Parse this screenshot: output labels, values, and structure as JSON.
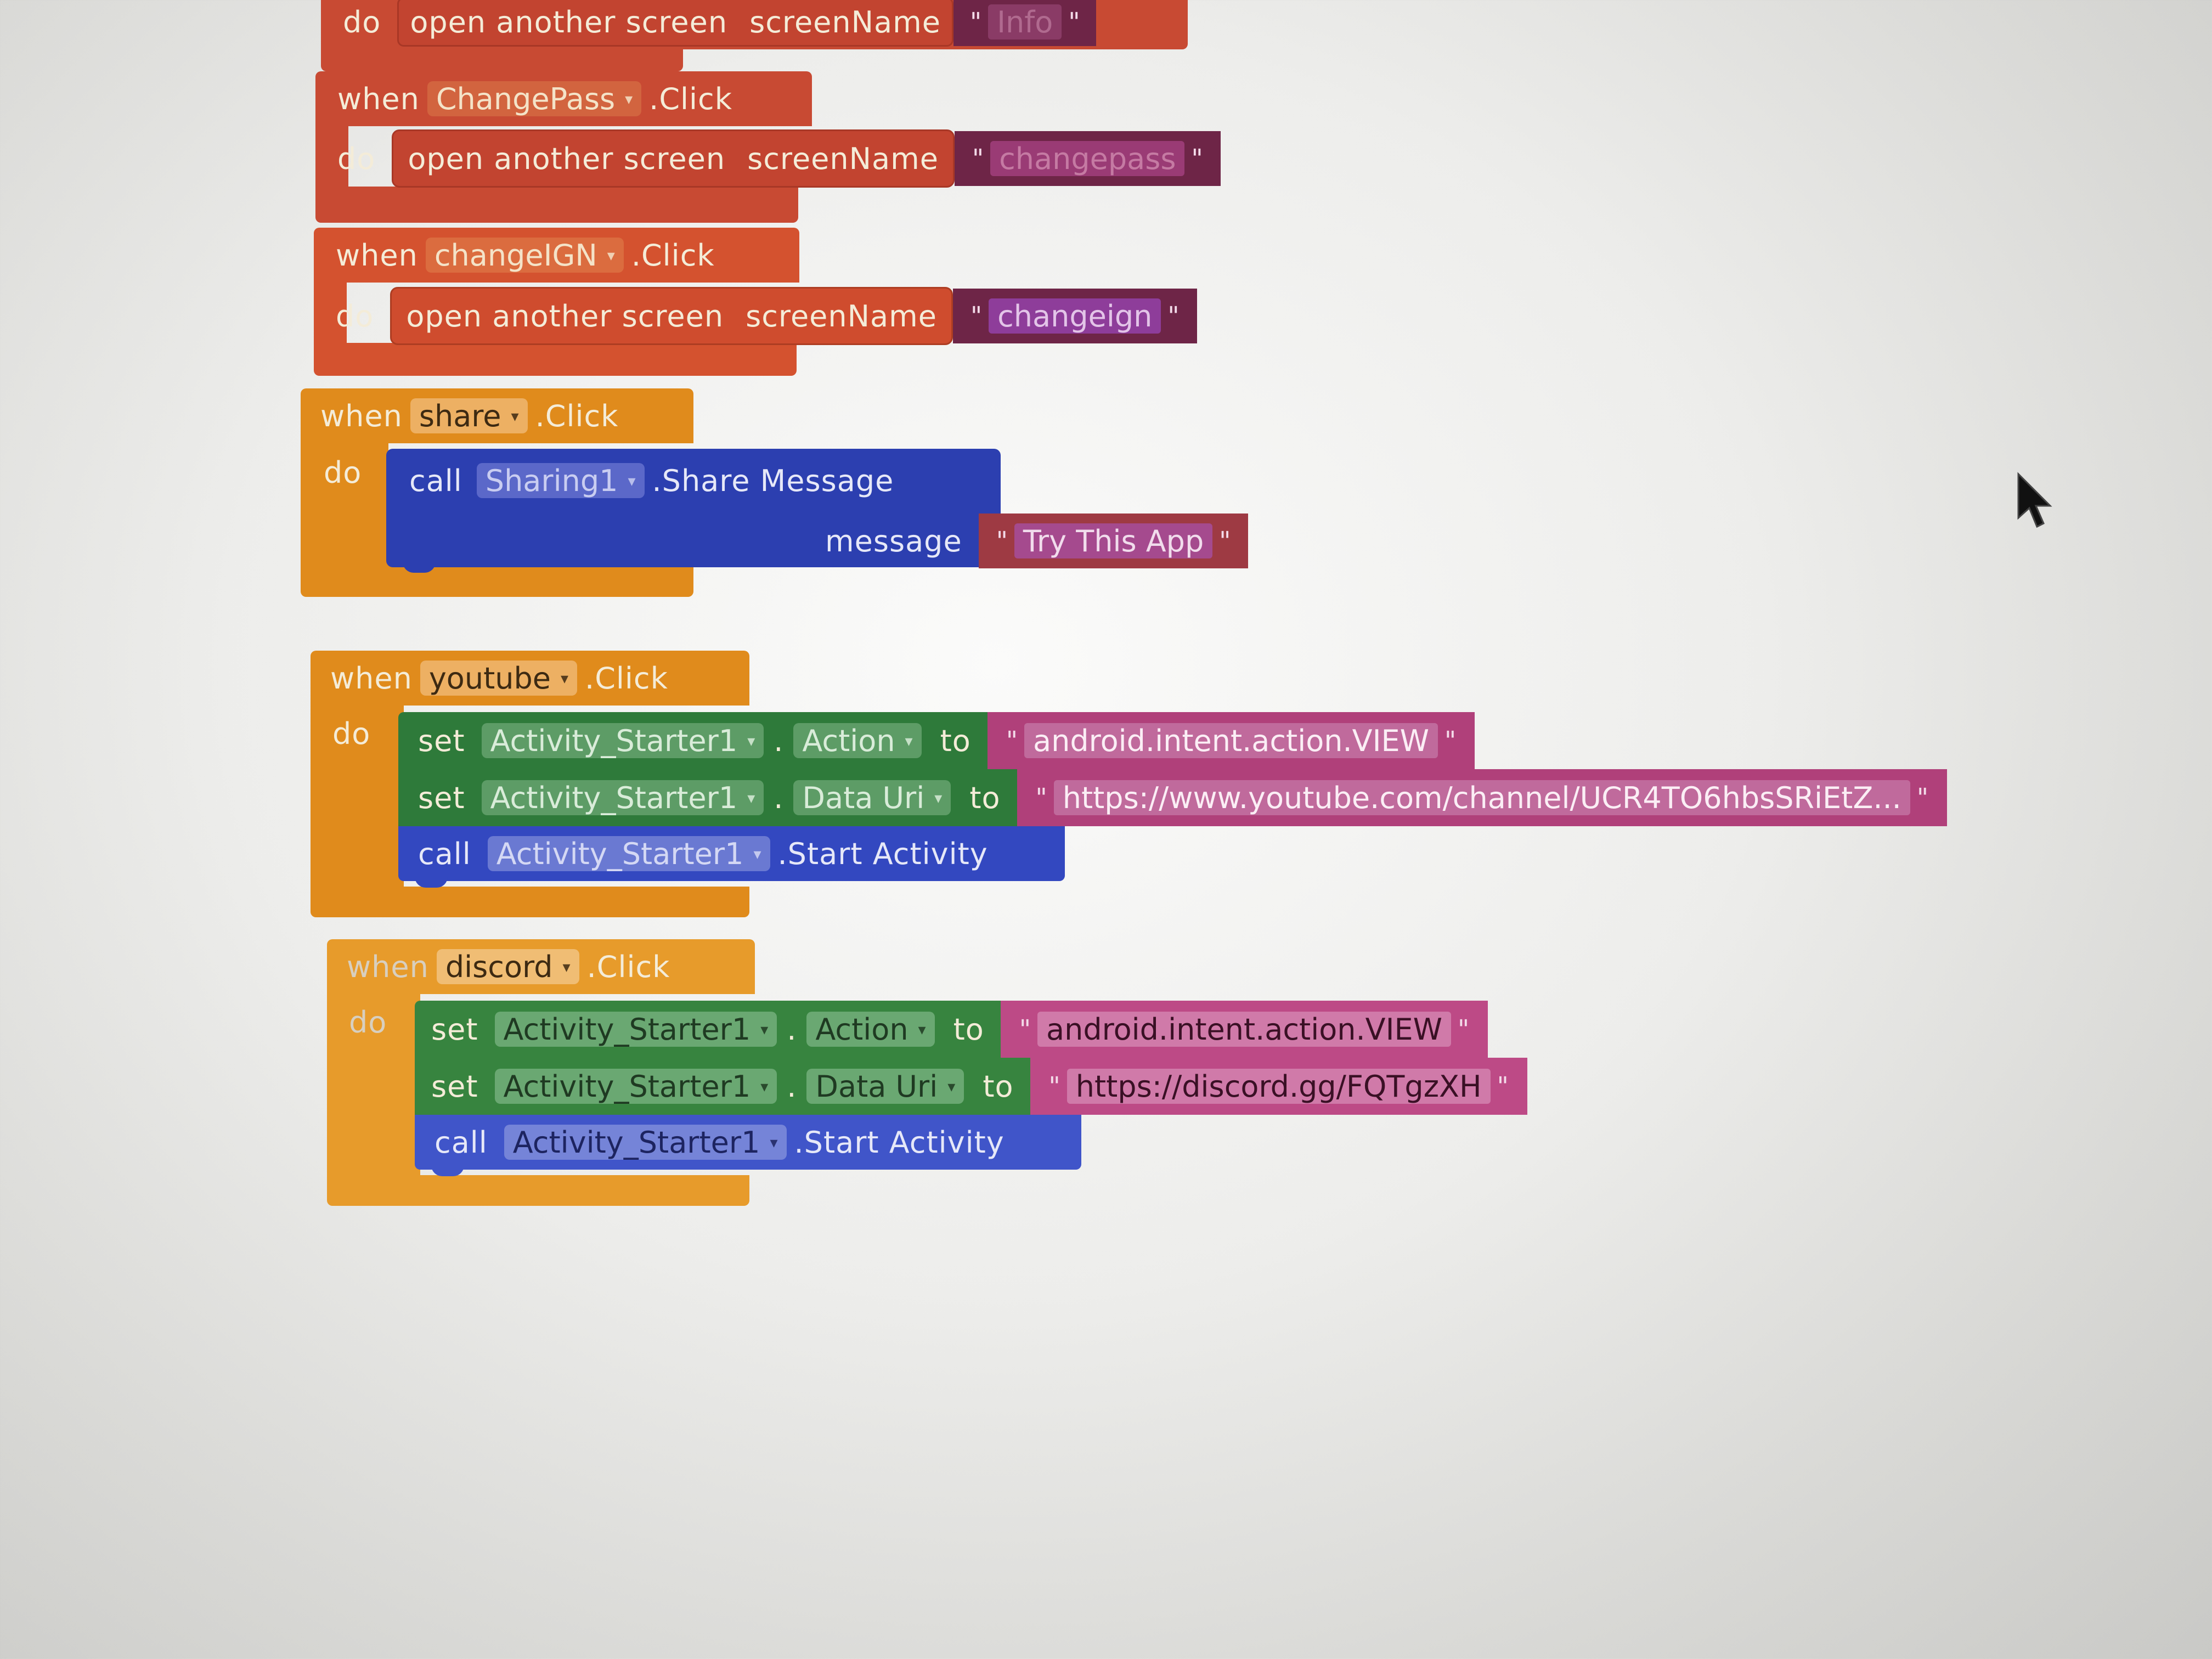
{
  "colors": {
    "control_red": "#c84a33",
    "event_orange": "#e08b1c",
    "setter_green": "#2e7a3a",
    "call_blue": "#2c3fb0",
    "text_pink": "#b0407a",
    "text_dark": "#6e2547",
    "component_field_dark": "#3d1f4a"
  },
  "blocks": [
    {
      "event": "top",
      "do_label": "do",
      "action": "open another screen",
      "param": "screenName",
      "value": "Info"
    },
    {
      "event_label": "when",
      "component": "ChangePass",
      "event_name": ".Click",
      "do_label": "do",
      "action": "open another screen",
      "param": "screenName",
      "value": "changepass"
    },
    {
      "event_label": "when",
      "component": "changeIGN",
      "event_name": ".Click",
      "do_label": "do",
      "action": "open another screen",
      "param": "screenName",
      "value": "changeign"
    },
    {
      "event_label": "when",
      "component": "share",
      "event_name": ".Click",
      "do_label": "do",
      "call_label": "call",
      "call_component": "Sharing1",
      "call_method": ".Share Message",
      "arg_label": "message",
      "arg_value": "Try This App"
    },
    {
      "event_label": "when",
      "component": "youtube",
      "event_name": ".Click",
      "do_label": "do",
      "set_label": "set",
      "to_label": "to",
      "dot": ".",
      "set1_component": "Activity_Starter1",
      "set1_prop": "Action",
      "set1_value": "android.intent.action.VIEW",
      "set2_component": "Activity_Starter1",
      "set2_prop": "Data Uri",
      "set2_value": "https://www.youtube.com/channel/UCR4TO6hbsSRiEtZ...",
      "call_label": "call",
      "call_component": "Activity_Starter1",
      "call_method": ".Start Activity"
    },
    {
      "event_label": "when",
      "component": "discord",
      "event_name": ".Click",
      "do_label": "do",
      "set_label": "set",
      "to_label": "to",
      "dot": ".",
      "set1_component": "Activity_Starter1",
      "set1_prop": "Action",
      "set1_value": "android.intent.action.VIEW",
      "set2_component": "Activity_Starter1",
      "set2_prop": "Data Uri",
      "set2_value": "https://discord.gg/FQTgzXH",
      "call_label": "call",
      "call_component": "Activity_Starter1",
      "call_method": ".Start Activity"
    }
  ],
  "quote_char": "\"",
  "dropdown_arrow": "▾",
  "cursor_icon": "arrow-pointer"
}
